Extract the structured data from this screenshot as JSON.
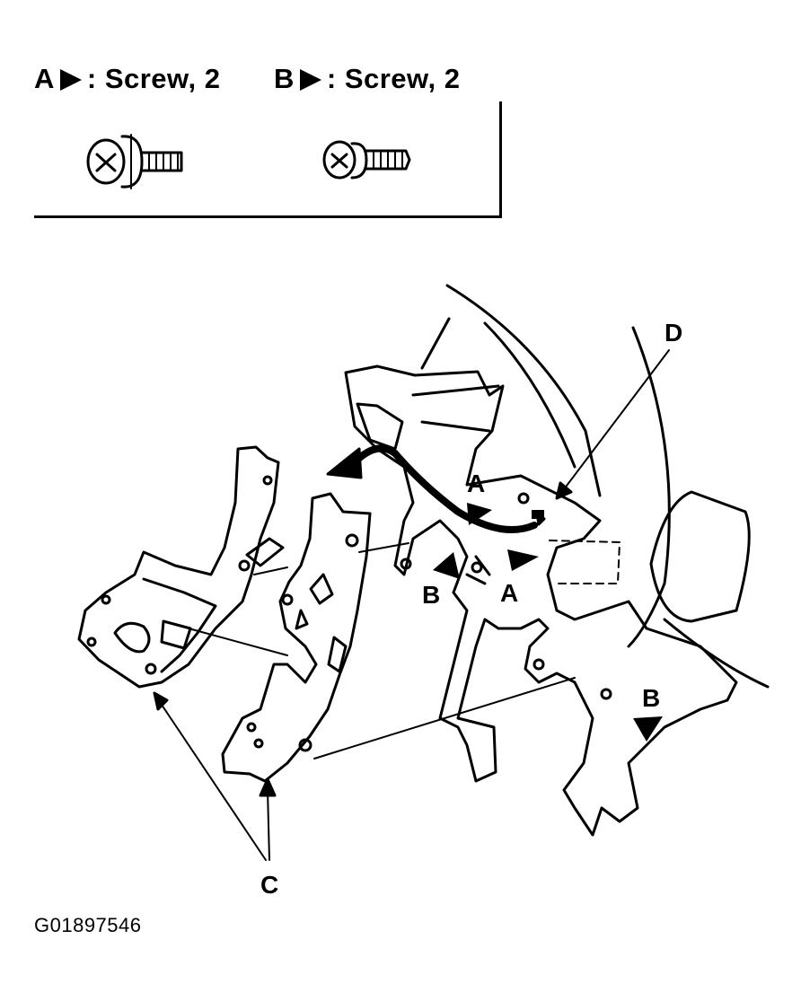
{
  "legend": {
    "a": {
      "letter": "A",
      "text": ": Screw, 2",
      "icon": "screw-washer-icon"
    },
    "b": {
      "letter": "B",
      "text": ": Screw, 2",
      "icon": "screw-flange-icon"
    }
  },
  "callouts": {
    "a1": "A",
    "a2": "A",
    "b1": "B",
    "b2": "B",
    "c": "C",
    "d": "D"
  },
  "figure_code": "G01897546"
}
